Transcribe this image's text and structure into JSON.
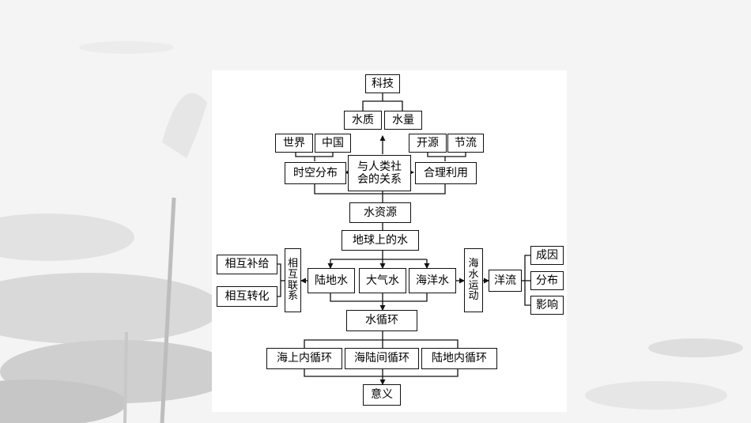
{
  "diagram": {
    "nodes": {
      "keji": "科技",
      "shuizhi": "水质",
      "shuiliang": "水量",
      "shijie": "世界",
      "zhongguo": "中国",
      "kaiyuan": "开源",
      "jieliu": "节流",
      "shikong": "时空分布",
      "renlei_1": "与人类社",
      "renlei_2": "会的关系",
      "heli": "合理利用",
      "shuiziyuan": "水资源",
      "diqiu": "地球上的水",
      "buji": "相互补给",
      "zhuanhua": "相互转化",
      "lianxi": [
        "相",
        "互",
        "联",
        "系"
      ],
      "ludi": "陆地水",
      "daqi": "大气水",
      "haiyang": "海洋水",
      "yundong": [
        "海",
        "水",
        "运",
        "动"
      ],
      "yangliu": "洋流",
      "chengyin": "成因",
      "fenbu": "分布",
      "yingxiang": "影响",
      "xunhuan": "水循环",
      "hai_nei": "海上内循环",
      "hailu": "海陆间循环",
      "lu_nei": "陆地内循环",
      "yiyi": "意义"
    }
  }
}
